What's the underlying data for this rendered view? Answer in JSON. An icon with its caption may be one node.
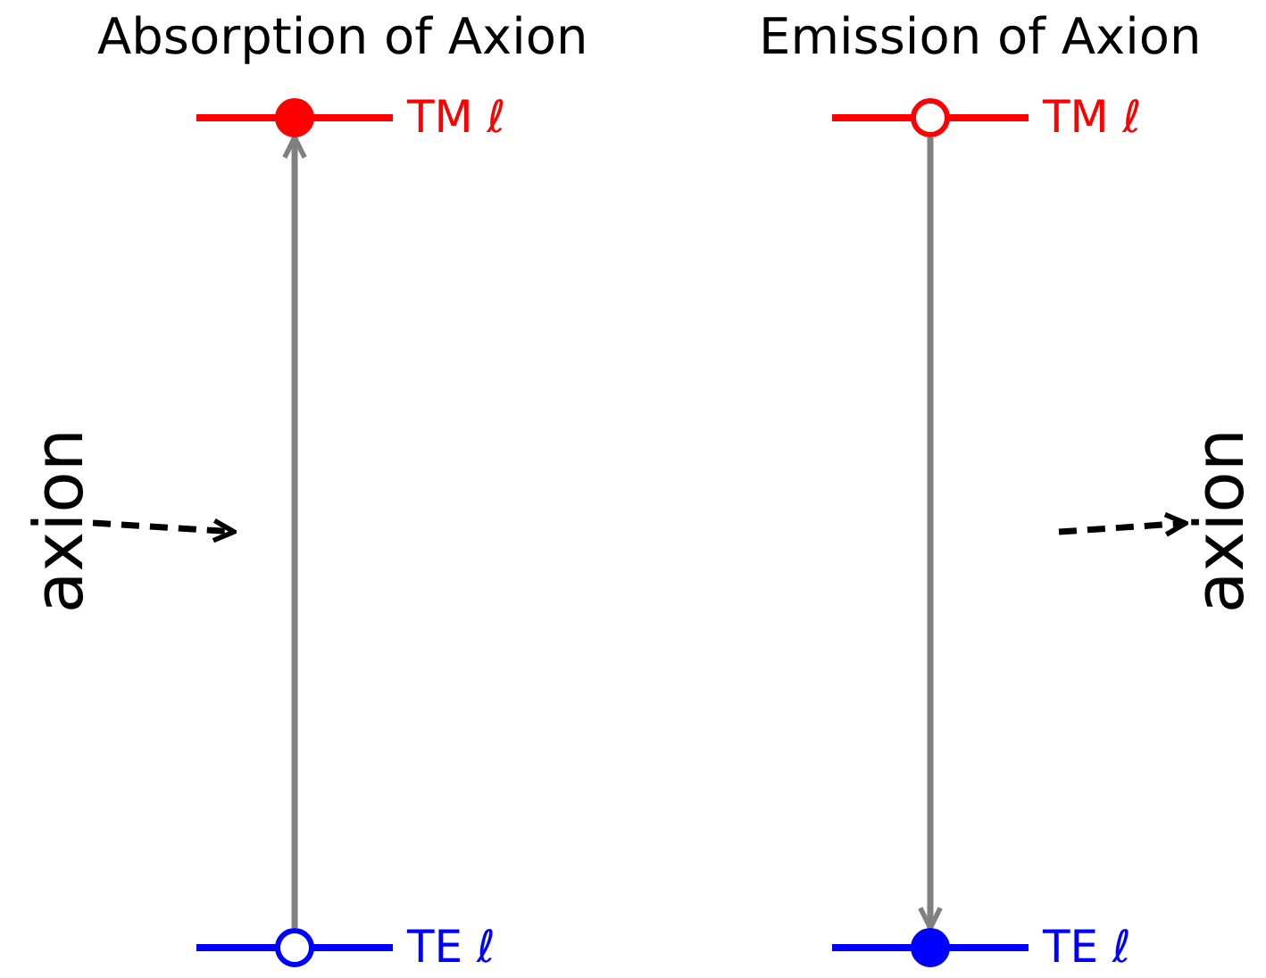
{
  "diagram": {
    "nodes": [
      {
        "text": [],
        "shape": "bar",
        "beside": [
          "TM ℓ"
        ]
      },
      {
        "text": [],
        "shape": "bar",
        "beside": [
          "TE ℓ"
        ]
      },
      {
        "text": [
          "axion"
        ]
      },
      {
        "text": [],
        "shape": "bar",
        "beside": [
          "TM ℓ"
        ]
      },
      {
        "text": [],
        "shape": "bar",
        "beside": [
          "TE ℓ"
        ]
      },
      {
        "text": [
          "axion"
        ]
      }
    ],
    "edges": [
      {
        "from": 1,
        "to": 0,
        "arrow": "to"
      },
      {
        "from": 3,
        "to": 4,
        "arrow": "to"
      },
      {
        "from": 2,
        "to": null,
        "arrow": "to",
        "style": "dashed",
        "color": "#000000"
      },
      {
        "from": null,
        "to": 5,
        "arrow": "to",
        "style": "dashed",
        "color": "#000000"
      }
    ],
    "labels": [
      "Absorption of Axion",
      "Emission of Axion"
    ]
  }
}
